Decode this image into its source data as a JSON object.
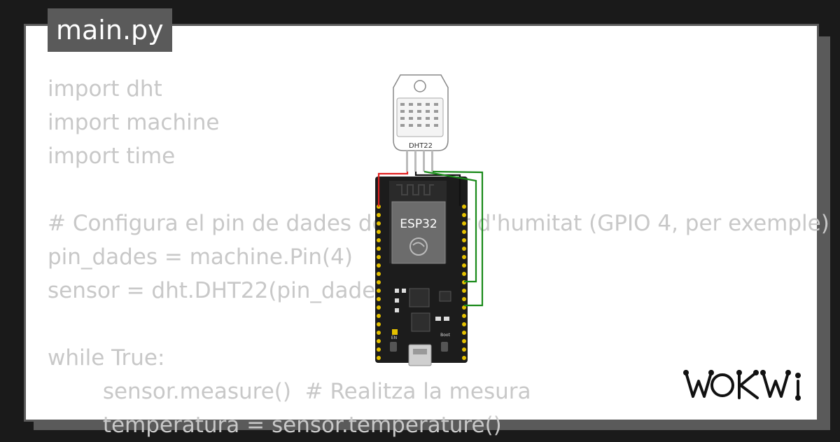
{
  "file_tab": {
    "label": "main.py"
  },
  "code_lines": [
    "import dht",
    "import machine",
    "import time",
    "",
    "# Configura el pin de dades del sensor d'humitat (GPIO 4, per exemple)",
    "pin_dades = machine.Pin(4)",
    "sensor = dht.DHT22(pin_dades)",
    "",
    "while True:",
    "        sensor.measure()  # Realitza la mesura",
    "        temperatura = sensor.temperature()"
  ],
  "diagram": {
    "sensor_label": "DHT22",
    "board_label": "ESP32",
    "boot_label": "Boot",
    "en_label": "EN",
    "wire_colors": {
      "power": "#e02020",
      "ground": "#111111",
      "data": "#1a8a1a"
    }
  },
  "brand": {
    "logo_text": "WOKWi"
  }
}
